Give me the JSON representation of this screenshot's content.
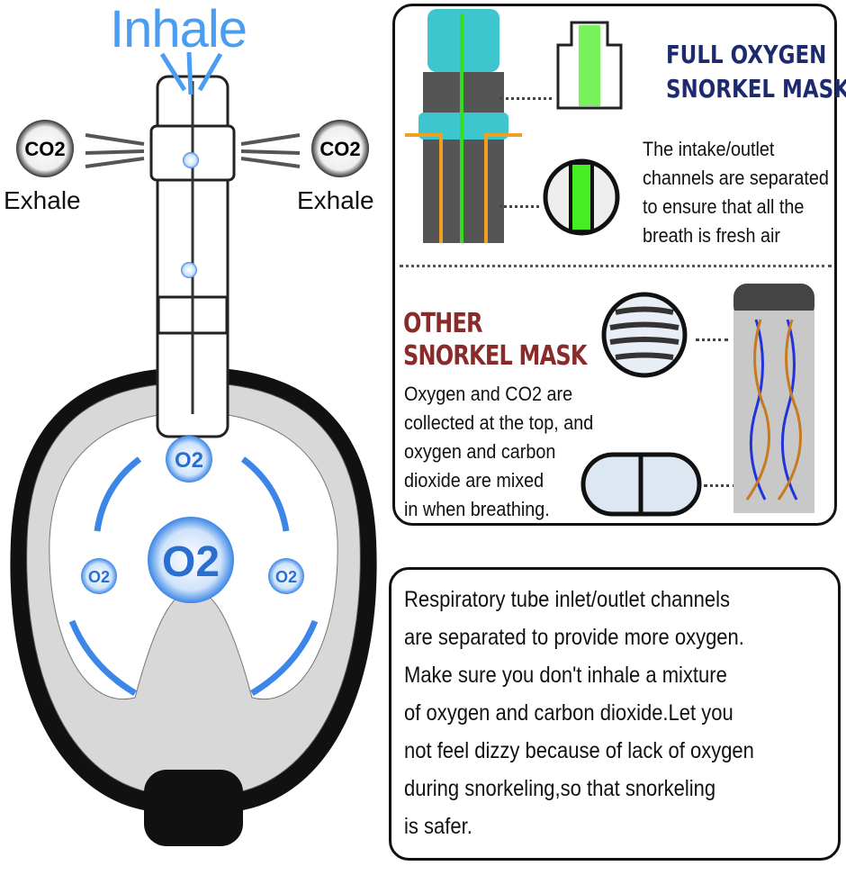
{
  "left": {
    "inhale": "Inhale",
    "exhale_left": "Exhale",
    "exhale_right": "Exhale",
    "co2": "CO2",
    "o2": "O2"
  },
  "full": {
    "title_line1": "FULL OXYGEN",
    "title_line2": "SNORKEL MASK",
    "desc": [
      "The intake/outlet",
      "channels are separated",
      "to ensure that all the",
      "breath is fresh air"
    ]
  },
  "other": {
    "title_line1": "OTHER",
    "title_line2": "SNORKEL MASK",
    "desc": [
      "Oxygen and CO2 are",
      "collected at the top, and",
      "oxygen and carbon",
      "dioxide are mixed",
      "in when breathing."
    ]
  },
  "summary": {
    "lines": [
      "Respiratory tube inlet/outlet channels",
      "are separated to provide more oxygen.",
      "Make sure you don't inhale a mixture",
      "of oxygen and carbon dioxide.Let you",
      "not feel dizzy because of lack of oxygen",
      "during snorkeling,so that snorkeling",
      "is safer."
    ]
  },
  "colors": {
    "inhale": "#4a9df0",
    "full_title": "#1e2a6e",
    "other_title": "#8a2b2b",
    "green": "#33dd22",
    "orange": "#f0a020",
    "teal": "#3ec6cf"
  }
}
